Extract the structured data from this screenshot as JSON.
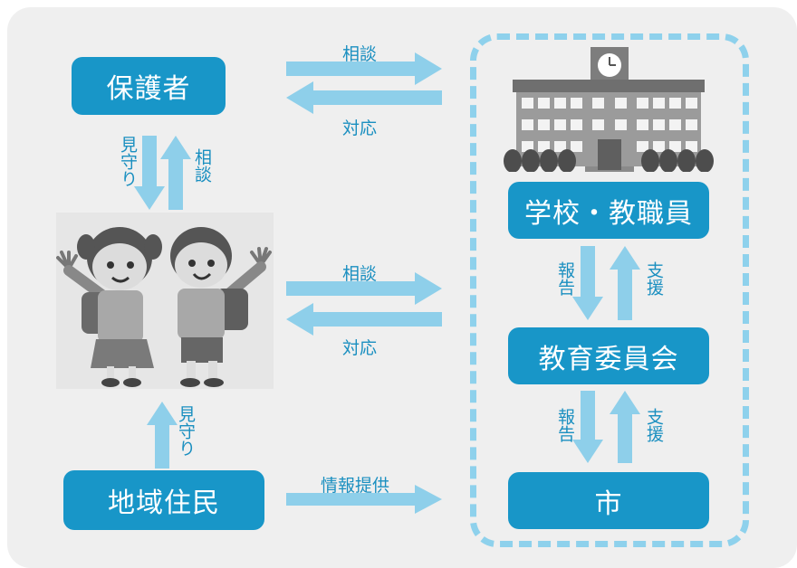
{
  "nodes": {
    "guardians": "保護者",
    "school": "学校・教職員",
    "board": "教育委員会",
    "residents": "地域住民",
    "city": "市"
  },
  "edges": {
    "guardian_to_school": "相談",
    "school_to_guardian": "対応",
    "children_to_school": "相談",
    "school_to_children": "対応",
    "guardian_to_children": "見守り",
    "children_to_guardian": "相談",
    "residents_to_children": "見守り",
    "residents_to_city": "情報提供",
    "school_to_board": "報告",
    "board_to_school": "支援",
    "board_to_city": "報告",
    "city_to_board": "支援"
  },
  "colors": {
    "box": "#1896c8",
    "arrow": "#8ecfea",
    "label": "#1a8fc0",
    "dashed_border": "#8ed1ec",
    "background": "#efefef"
  },
  "icons": {
    "school": "school-building-icon",
    "children": "children-illustration"
  }
}
